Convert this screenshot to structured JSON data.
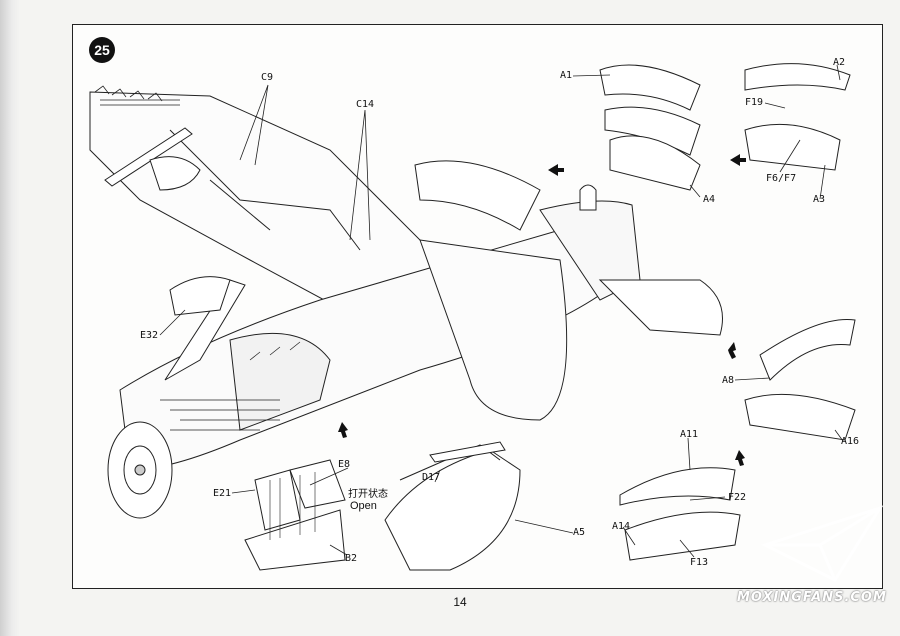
{
  "step": {
    "number": "25"
  },
  "page": {
    "number": "14"
  },
  "watermark": {
    "text": "MOXINGFANS.COM"
  },
  "note": {
    "cn": "打开状态",
    "en": "Open"
  },
  "callouts": {
    "c9": "C9",
    "c14": "C14",
    "e32": "E32",
    "e8": "E8",
    "e21": "E21",
    "b2": "B2",
    "d17": "D17",
    "a5": "A5",
    "a1": "A1",
    "a4": "A4",
    "a2": "A2",
    "f19": "F19",
    "f6f7": "F6/F7",
    "a3": "A3",
    "a8": "A8",
    "a16": "A16",
    "a11": "A11",
    "f22": "F22",
    "a14": "A14",
    "f13": "F13"
  }
}
